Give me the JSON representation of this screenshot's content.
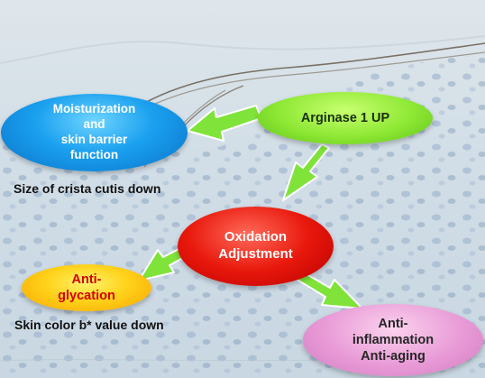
{
  "nodes": {
    "arginase": "Arginase 1 UP",
    "moisturization": "Moisturization\nand\nskin barrier\nfunction",
    "oxidation": "Oxidation\nAdjustment",
    "glycation": "Anti-\nglycation",
    "anti_inflammation": "Anti-\ninflammation\nAnti-aging"
  },
  "captions": {
    "crista": "Size of crista cutis down",
    "skin_color": "Skin color b* value down"
  },
  "colors": {
    "arrow_fill": "#7fe33a",
    "arrow_stroke": "#ffffff",
    "background": "#d9e3ea"
  }
}
